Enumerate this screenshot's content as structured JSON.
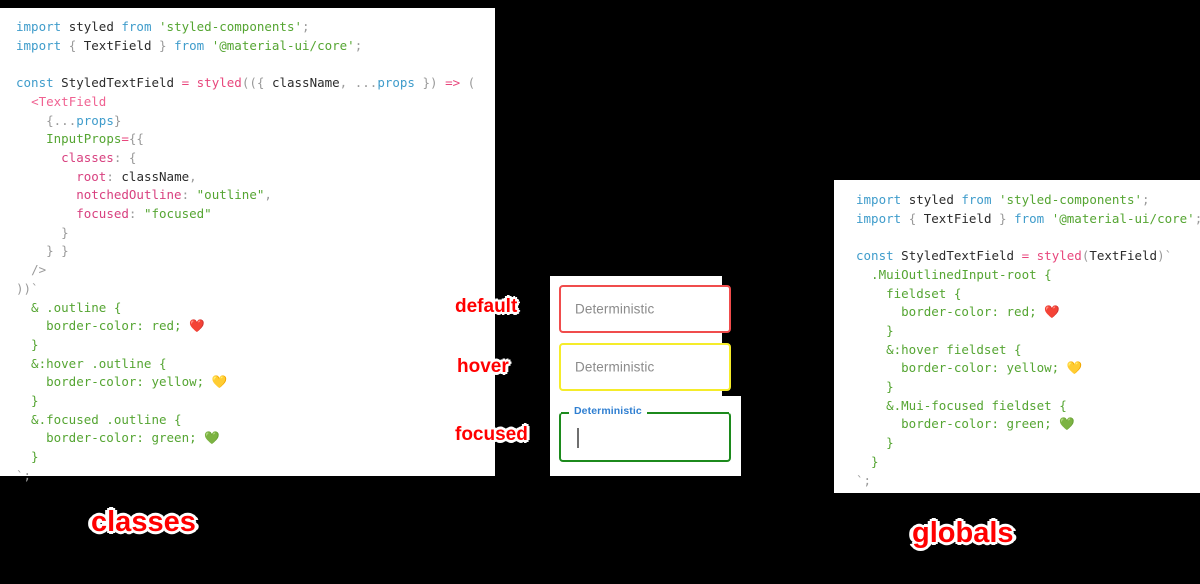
{
  "background_color": "#000000",
  "panels": {
    "left_code": {
      "name": "classes approach code",
      "background": "#ffffff",
      "lines": [
        [
          {
            "t": "import",
            "c": "kw"
          },
          {
            "t": " ",
            "c": "dark"
          },
          {
            "t": "styled",
            "c": "id"
          },
          {
            "t": " ",
            "c": "dark"
          },
          {
            "t": "from",
            "c": "kw"
          },
          {
            "t": " ",
            "c": "dark"
          },
          {
            "t": "'styled-components'",
            "c": "str"
          },
          {
            "t": ";",
            "c": "punc"
          }
        ],
        [
          {
            "t": "import",
            "c": "kw"
          },
          {
            "t": " ",
            "c": "dark"
          },
          {
            "t": "{",
            "c": "punc"
          },
          {
            "t": " TextField ",
            "c": "id"
          },
          {
            "t": "}",
            "c": "punc"
          },
          {
            "t": " ",
            "c": "dark"
          },
          {
            "t": "from",
            "c": "kw"
          },
          {
            "t": " ",
            "c": "dark"
          },
          {
            "t": "'@material-ui/core'",
            "c": "str"
          },
          {
            "t": ";",
            "c": "punc"
          }
        ],
        [],
        [
          {
            "t": "const",
            "c": "kw"
          },
          {
            "t": " ",
            "c": "dark"
          },
          {
            "t": "StyledTextField",
            "c": "id"
          },
          {
            "t": " ",
            "c": "dark"
          },
          {
            "t": "=",
            "c": "op"
          },
          {
            "t": " ",
            "c": "dark"
          },
          {
            "t": "styled",
            "c": "fn"
          },
          {
            "t": "((",
            "c": "punc"
          },
          {
            "t": "{",
            "c": "punc"
          },
          {
            "t": " ",
            "c": "dark"
          },
          {
            "t": "className",
            "c": "id"
          },
          {
            "t": ",",
            "c": "punc"
          },
          {
            "t": " ",
            "c": "dark"
          },
          {
            "t": "...",
            "c": "punc"
          },
          {
            "t": "props",
            "c": "var"
          },
          {
            "t": " ",
            "c": "dark"
          },
          {
            "t": "}",
            "c": "punc"
          },
          {
            "t": ")",
            "c": "punc"
          },
          {
            "t": " ",
            "c": "dark"
          },
          {
            "t": "=>",
            "c": "op"
          },
          {
            "t": " ",
            "c": "dark"
          },
          {
            "t": "(",
            "c": "punc"
          }
        ],
        [
          {
            "t": "  ",
            "c": "dark"
          },
          {
            "t": "<TextField",
            "c": "jsx"
          }
        ],
        [
          {
            "t": "    ",
            "c": "dark"
          },
          {
            "t": "{",
            "c": "punc"
          },
          {
            "t": "...",
            "c": "punc"
          },
          {
            "t": "props",
            "c": "var"
          },
          {
            "t": "}",
            "c": "punc"
          }
        ],
        [
          {
            "t": "    ",
            "c": "dark"
          },
          {
            "t": "InputProps",
            "c": "prop"
          },
          {
            "t": "=",
            "c": "op"
          },
          {
            "t": "{{",
            "c": "punc"
          }
        ],
        [
          {
            "t": "      ",
            "c": "dark"
          },
          {
            "t": "classes",
            "c": "key"
          },
          {
            "t": ":",
            "c": "punc"
          },
          {
            "t": " ",
            "c": "dark"
          },
          {
            "t": "{",
            "c": "punc"
          }
        ],
        [
          {
            "t": "        ",
            "c": "dark"
          },
          {
            "t": "root",
            "c": "key"
          },
          {
            "t": ":",
            "c": "punc"
          },
          {
            "t": " ",
            "c": "dark"
          },
          {
            "t": "className",
            "c": "id"
          },
          {
            "t": ",",
            "c": "punc"
          }
        ],
        [
          {
            "t": "        ",
            "c": "dark"
          },
          {
            "t": "notchedOutline",
            "c": "key"
          },
          {
            "t": ":",
            "c": "punc"
          },
          {
            "t": " ",
            "c": "dark"
          },
          {
            "t": "\"outline\"",
            "c": "str"
          },
          {
            "t": ",",
            "c": "punc"
          }
        ],
        [
          {
            "t": "        ",
            "c": "dark"
          },
          {
            "t": "focused",
            "c": "key"
          },
          {
            "t": ":",
            "c": "punc"
          },
          {
            "t": " ",
            "c": "dark"
          },
          {
            "t": "\"focused\"",
            "c": "str"
          }
        ],
        [
          {
            "t": "      ",
            "c": "dark"
          },
          {
            "t": "}",
            "c": "punc"
          }
        ],
        [
          {
            "t": "    ",
            "c": "dark"
          },
          {
            "t": "} }",
            "c": "punc"
          }
        ],
        [
          {
            "t": "  ",
            "c": "dark"
          },
          {
            "t": "/>",
            "c": "punc"
          }
        ],
        [
          {
            "t": "))`",
            "c": "punc"
          }
        ],
        [
          {
            "t": "  & .outline {",
            "c": "css"
          }
        ],
        [
          {
            "t": "    border-color: red; ",
            "c": "css"
          },
          {
            "t": "❤️",
            "c": "emoji"
          }
        ],
        [
          {
            "t": "  }",
            "c": "css"
          }
        ],
        [
          {
            "t": "  &:hover .outline {",
            "c": "css"
          }
        ],
        [
          {
            "t": "    border-color: yellow; ",
            "c": "css"
          },
          {
            "t": "💛",
            "c": "emoji"
          }
        ],
        [
          {
            "t": "  }",
            "c": "css"
          }
        ],
        [
          {
            "t": "  &.focused .outline {",
            "c": "css"
          }
        ],
        [
          {
            "t": "    border-color: green; ",
            "c": "css"
          },
          {
            "t": "💚",
            "c": "emoji"
          }
        ],
        [
          {
            "t": "  }",
            "c": "css"
          }
        ],
        [
          {
            "t": "`;",
            "c": "punc"
          }
        ]
      ]
    },
    "right_code": {
      "name": "globals approach code",
      "background": "#ffffff",
      "lines": [
        [
          {
            "t": "import",
            "c": "kw"
          },
          {
            "t": " ",
            "c": "dark"
          },
          {
            "t": "styled",
            "c": "id"
          },
          {
            "t": " ",
            "c": "dark"
          },
          {
            "t": "from",
            "c": "kw"
          },
          {
            "t": " ",
            "c": "dark"
          },
          {
            "t": "'styled-components'",
            "c": "str"
          },
          {
            "t": ";",
            "c": "punc"
          }
        ],
        [
          {
            "t": "import",
            "c": "kw"
          },
          {
            "t": " ",
            "c": "dark"
          },
          {
            "t": "{",
            "c": "punc"
          },
          {
            "t": " TextField ",
            "c": "id"
          },
          {
            "t": "}",
            "c": "punc"
          },
          {
            "t": " ",
            "c": "dark"
          },
          {
            "t": "from",
            "c": "kw"
          },
          {
            "t": " ",
            "c": "dark"
          },
          {
            "t": "'@material-ui/core'",
            "c": "str"
          },
          {
            "t": ";",
            "c": "punc"
          }
        ],
        [],
        [
          {
            "t": "const",
            "c": "kw"
          },
          {
            "t": " ",
            "c": "dark"
          },
          {
            "t": "StyledTextField",
            "c": "id"
          },
          {
            "t": " ",
            "c": "dark"
          },
          {
            "t": "=",
            "c": "op"
          },
          {
            "t": " ",
            "c": "dark"
          },
          {
            "t": "styled",
            "c": "fn"
          },
          {
            "t": "(",
            "c": "punc"
          },
          {
            "t": "TextField",
            "c": "id"
          },
          {
            "t": ")`",
            "c": "punc"
          }
        ],
        [
          {
            "t": "  .MuiOutlinedInput-root {",
            "c": "css"
          }
        ],
        [
          {
            "t": "    fieldset {",
            "c": "css"
          }
        ],
        [
          {
            "t": "      border-color: red; ",
            "c": "css"
          },
          {
            "t": "❤️",
            "c": "emoji"
          }
        ],
        [
          {
            "t": "    }",
            "c": "css"
          }
        ],
        [
          {
            "t": "    &:hover fieldset {",
            "c": "css"
          }
        ],
        [
          {
            "t": "      border-color: yellow; ",
            "c": "css"
          },
          {
            "t": "💛",
            "c": "emoji"
          }
        ],
        [
          {
            "t": "    }",
            "c": "css"
          }
        ],
        [
          {
            "t": "    &.Mui-focused fieldset {",
            "c": "css"
          }
        ],
        [
          {
            "t": "      border-color: green; ",
            "c": "css"
          },
          {
            "t": "💚",
            "c": "emoji"
          }
        ],
        [
          {
            "t": "    }",
            "c": "css"
          }
        ],
        [
          {
            "t": "  }",
            "c": "css"
          }
        ],
        [
          {
            "t": "`;",
            "c": "punc"
          }
        ]
      ]
    }
  },
  "demo": {
    "fields": {
      "default": {
        "text": "Deterministic",
        "border_color": "#f04c4c"
      },
      "hover": {
        "text": "Deterministic",
        "border_color": "#f5ec2a"
      },
      "focused": {
        "label": "Deterministic",
        "value": "",
        "border_color": "#1c8a1c",
        "label_color": "#2f7fd1"
      }
    }
  },
  "callouts": {
    "default": "default",
    "hover": "hover",
    "focused": "focused",
    "color": "#ff0000"
  },
  "big_labels": {
    "classes": "classes",
    "globals": "globals"
  }
}
